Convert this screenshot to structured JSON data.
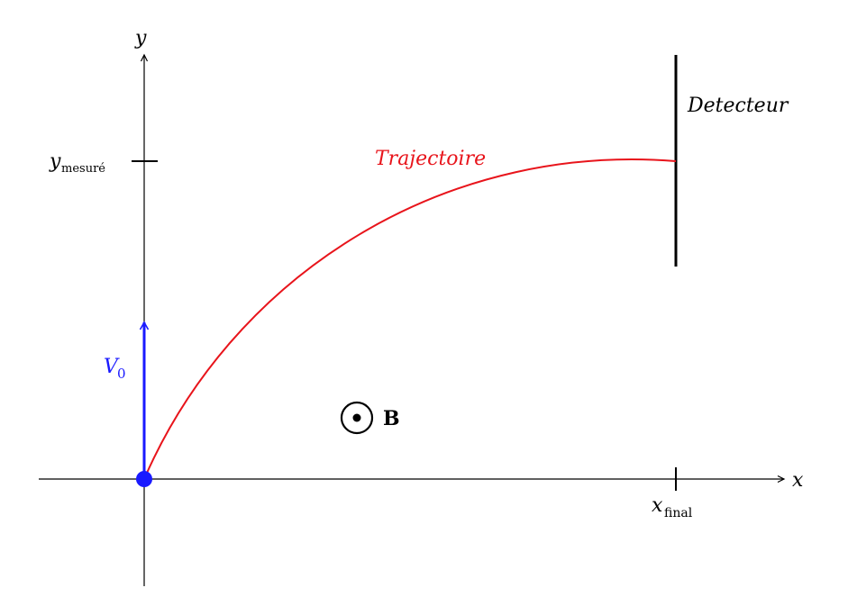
{
  "labels": {
    "y_axis": "y",
    "x_axis": "x",
    "y_measured_base": "y",
    "y_measured_sub": "mesuré",
    "x_final_base": "x",
    "x_final_sub": "final",
    "v0_base": "V",
    "v0_sub": "0",
    "trajectory": "Trajectoire",
    "detector": "Detecteur",
    "field": "B"
  },
  "colors": {
    "axes": "#000000",
    "trajectory": "#e8141b",
    "velocity": "#1a1aff",
    "particle": "#1a1aff",
    "detector": "#000000"
  },
  "icons": {
    "field": "out-of-page-dot-circle-icon",
    "particle": "particle-dot-icon"
  }
}
